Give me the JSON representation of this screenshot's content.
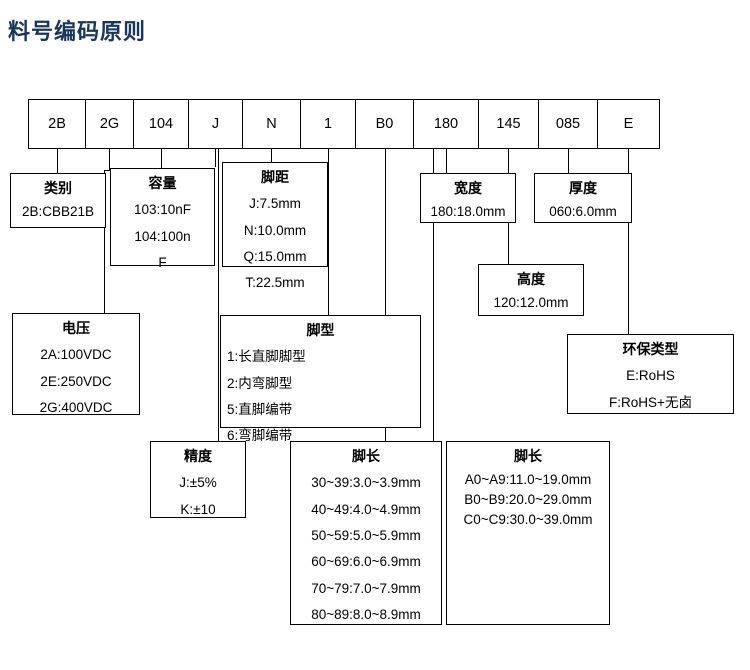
{
  "title": "料号编码原则",
  "theme": {
    "title_color": "#17365D",
    "line_color": "#000000",
    "background": "#ffffff"
  },
  "code_strip": {
    "cells": [
      {
        "value": "2B"
      },
      {
        "value": "2G"
      },
      {
        "value": "104"
      },
      {
        "value": "J"
      },
      {
        "value": "N"
      },
      {
        "value": "1"
      },
      {
        "value": "B0"
      },
      {
        "value": "180"
      },
      {
        "value": "145"
      },
      {
        "value": "085"
      },
      {
        "value": "E"
      }
    ]
  },
  "legend_boxes": [
    {
      "key": "category",
      "header": "类别",
      "lines": [
        "2B:CBB21B"
      ]
    },
    {
      "key": "capacitance",
      "header": "容量",
      "lines": [
        "103:10nF",
        "104:100n",
        "F"
      ]
    },
    {
      "key": "pin-pitch",
      "header": "脚距",
      "lines": [
        "J:7.5mm",
        "N:10.0mm",
        "Q:15.0mm",
        "T:22.5mm"
      ]
    },
    {
      "key": "width",
      "header": "宽度",
      "lines": [
        "180:18.0mm"
      ]
    },
    {
      "key": "thickness",
      "header": "厚度",
      "lines": [
        "060:6.0mm"
      ]
    },
    {
      "key": "height",
      "header": "高度",
      "lines": [
        "120:12.0mm"
      ]
    },
    {
      "key": "voltage",
      "header": "电压",
      "lines": [
        "2A:100VDC",
        "2E:250VDC",
        "2G:400VDC"
      ]
    },
    {
      "key": "pin-type",
      "header": "脚型",
      "lines": [
        "1:长直脚脚型",
        "2:内弯脚型",
        "5:直脚编带",
        "6:弯脚编带"
      ]
    },
    {
      "key": "eco-type",
      "header": "环保类型",
      "lines": [
        "E:RoHS",
        "F:RoHS+无卤"
      ]
    },
    {
      "key": "tolerance",
      "header": "精度",
      "lines": [
        "J:±5%",
        "K:±10"
      ]
    },
    {
      "key": "pin-length-numeric",
      "header": "脚长",
      "lines": [
        "30~39:3.0~3.9mm",
        "40~49:4.0~4.9mm",
        "50~59:5.0~5.9mm",
        "60~69:6.0~6.9mm",
        "70~79:7.0~7.9mm",
        "80~89:8.0~8.9mm"
      ]
    },
    {
      "key": "pin-length-alpha",
      "header": "脚长",
      "lines": [
        "A0~A9:11.0~19.0mm",
        "B0~B9:20.0~29.0mm",
        "C0~C9:30.0~39.0mm"
      ]
    }
  ]
}
